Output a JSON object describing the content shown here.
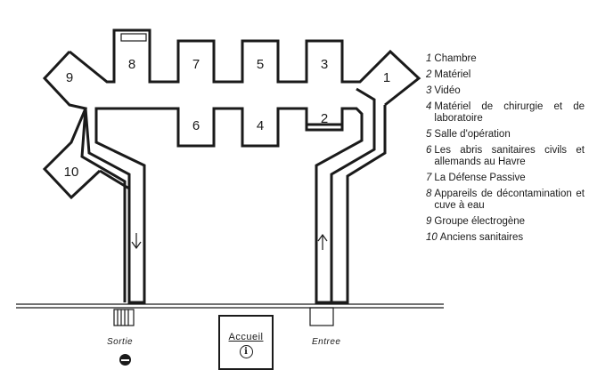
{
  "rooms": [
    {
      "n": "1"
    },
    {
      "n": "2"
    },
    {
      "n": "3"
    },
    {
      "n": "4"
    },
    {
      "n": "5"
    },
    {
      "n": "6"
    },
    {
      "n": "7"
    },
    {
      "n": "8"
    },
    {
      "n": "9"
    },
    {
      "n": "10"
    }
  ],
  "legend": [
    {
      "n": "1",
      "label": "Chambre"
    },
    {
      "n": "2",
      "label": "Matériel"
    },
    {
      "n": "3",
      "label": "Vidéo"
    },
    {
      "n": "4",
      "label": "Matériel de chirurgie et de laboratoire"
    },
    {
      "n": "5",
      "label": "Salle d'opération"
    },
    {
      "n": "6",
      "label": "Les abris sanitaires civils et allemands au Havre"
    },
    {
      "n": "7",
      "label": "La Défense Passive"
    },
    {
      "n": "8",
      "label": "Appareils de décontamination et cuve à eau"
    },
    {
      "n": "9",
      "label": "Groupe électrogène"
    },
    {
      "n": "10",
      "label": "Anciens sanitaires"
    }
  ],
  "exit_label": "Sortie",
  "entry_label": "Entree",
  "reception_label": "Accueil",
  "info_icon": "i",
  "colors": {
    "ink": "#1a1a1a",
    "paper": "#ffffff"
  }
}
